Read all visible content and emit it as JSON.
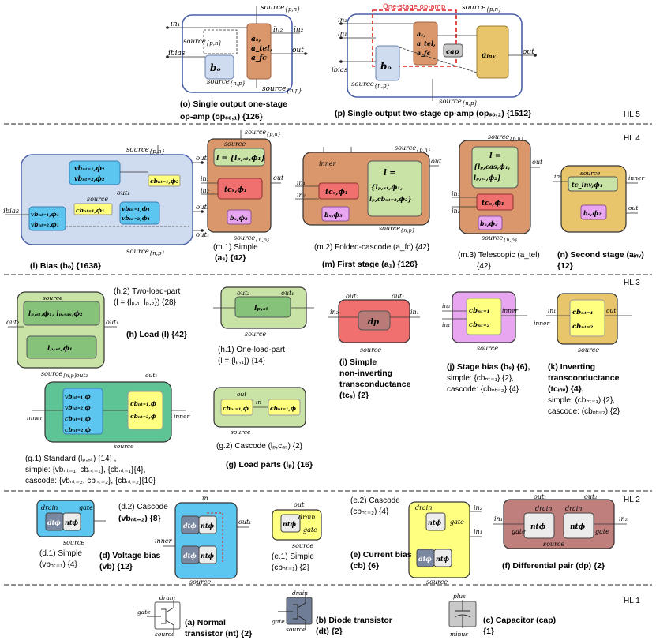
{
  "hl": [
    "HL 5",
    "HL 4",
    "HL 3",
    "HL 2",
    "HL 1"
  ],
  "lbl": {
    "source_pn": "source",
    "pn": "{p,n}",
    "np": "{n,p}",
    "in1": "in₁",
    "in2": "in₂",
    "out": "out",
    "ibias": "ibias",
    "source": "source",
    "gate": "gate",
    "drain": "drain",
    "inner": "inner",
    "out1": "out₁",
    "out2": "out₂",
    "outm": "outₘ",
    "outn": "outₙ",
    "plus": "plus",
    "minus": "minus",
    "in": "in"
  },
  "blocks": {
    "bo": "bₒ",
    "as_lines": [
      "aₛ,",
      "a_tel,",
      "a_fc"
    ],
    "cap": "cap",
    "ainv": "aᵢₙᵥ",
    "one_stage_label": "One-stage op-amp",
    "l_eq": "l = {lₚ,ₛₜ,ϕ₁}",
    "tcs_phi1": "tcₛ,ϕ₁",
    "bs_phi3": "bₛ,ϕ₃",
    "bs_phi2": "bₛ,ϕ₂",
    "l_fc": [
      "l =",
      "{lₚ,ₛₜ,ϕ₁,",
      "lₚ,cbₙₜ₌₂,ϕ₂}"
    ],
    "l_tel": [
      "l =",
      "{lₚ,cas,ϕ₁,",
      "lₚ,ₛₜ,ϕ₂}"
    ],
    "tc_inv": "tc_inv,ϕ₁",
    "vb1": [
      "vbₙₜ₌₁,ϕ₁",
      "vbₙₜ₌₂,ϕ₁"
    ],
    "vb2": [
      "vbₙₜ₌₁,ϕ₂",
      "vbₙₜ₌₂,ϕ₂"
    ],
    "cb1": "cbₙₜ₌₁,ϕ₂",
    "cb2": "cbₙₜ₌₁,ϕ₁",
    "lp_two": "lₚ,ₛₜ,ϕ₁, lₚ,ₛₐₛ,ϕ₂",
    "lp_st": "lₚ,ₛₜ,ϕ₁",
    "lp_st_one": "lₚ,ₛₜ",
    "dp": "dp",
    "cb_nt1": "cbₙₜ₌₁",
    "cb_nt2": "cbₙₜ₌₂",
    "st_vb": [
      "vbₙₜ₌₁,ϕ",
      "vbₙₜ₌₂,ϕ",
      "cbₙₜ₌₁,ϕ",
      "cbₙₜ₌₂,ϕ"
    ],
    "st_cb": [
      "cbₙₜ₌₁,ϕ",
      "cbₙₜ₌₂,ϕ"
    ],
    "cas_cb": "cbₙₜ₌₁,ϕ",
    "dt_phi": "dtϕ",
    "nt_phi": "ntϕ"
  },
  "captions": {
    "o": [
      "(o) Single output one-stage",
      "op-amp (opₛₒ,₁) {126}"
    ],
    "p": "(p) Single output two-stage op-amp (opₛₒ,₂) {1512}",
    "l": "(l) Bias (bₒ) {1638}",
    "m1": [
      "(m.1) Simple",
      "(aₛ) {42}"
    ],
    "m2": "(m.2) Folded-cascode (a_fc) {42}",
    "m": "(m) First stage (a₁) {126}",
    "m3": [
      "(m.3) Telescopic (a_tel)",
      "{42}"
    ],
    "n": [
      "(n) Second stage (aᵢₙᵥ)",
      "{12}"
    ],
    "h2": [
      "(h.2) Two-load-part",
      "(l = {lₚ,₁, lₚ,₂}) {28}"
    ],
    "h": "(h) Load (l) {42}",
    "h1": [
      "(h.1) One-load-part",
      "(l = {lₚ,₁}) {14}"
    ],
    "i": [
      "(i) Simple",
      "non-inverting",
      "transconductance",
      "(tcₛ) {2}"
    ],
    "j": [
      "(j) Stage bias (bₛ) {6},",
      "simple: {cbₙₜ₌₁} {2},",
      "cascode: {cbₙₜ₌₂} {4}"
    ],
    "k": [
      "(k) Inverting",
      "transconductance",
      "(tcᵢₙᵥ) {4},",
      "simple: (cbₙₜ₌₁) {2},",
      "cascode: (cbₙₜ₌₂) {2}"
    ],
    "g1": [
      "(g.1) Standard (lₚ,ₛₜ) {14} ,",
      "simple: {vbₙₜ₌₁, cbₙₜ₌₁}, {cbₙₜ₌₁}{4},",
      "cascode: {vbₙₜ₌₂, cbₙₜ₌₂}, {cbₙₜ₌₂}{10}"
    ],
    "g2": "(g.2) Cascode (lₚ,cₐₛ) {2}",
    "g": "(g) Load parts (lₚ) {16}",
    "d1": [
      "(d.1) Simple",
      "(vbₙₜ₌₁) {4}"
    ],
    "d2": [
      "(d.2) Cascode",
      "(vbₙₜ₌₂) {8}"
    ],
    "d": "(d) Voltage bias",
    "d_sub": "(vb) {12}",
    "e1": [
      "(e.1) Simple",
      "(cbₙₜ₌₁) {2}"
    ],
    "e2": [
      "(e.2) Cascode",
      "(cbₙₜ₌₂) {4}"
    ],
    "e": "(e) Current bias",
    "e_sub": "(cb) {6}",
    "f": "(f) Differential pair (dp) {2}",
    "a": [
      "(a) Normal",
      "transistor (nt) {2}"
    ],
    "b": [
      "(b) Diode transistor",
      "(dt) {2}"
    ],
    "c": [
      "(c) Capacitor (cap)",
      "{1}"
    ]
  },
  "colors": {
    "bias": "#cfdcf0",
    "first": "#d9976b",
    "second": "#e8c46a",
    "inv": "#dcc068",
    "load": "#c9e3a6",
    "load_dark": "#86c27a",
    "tcs": "#f07070",
    "bs": "#e9a6f0",
    "cb": "#ffff80",
    "vb": "#5cc6f0",
    "dp": "#b97a78",
    "dp_bg": "#bf7f7d",
    "std": "#5fc495",
    "cap": "#c9c9c9",
    "gray": "#9aa6b8"
  }
}
